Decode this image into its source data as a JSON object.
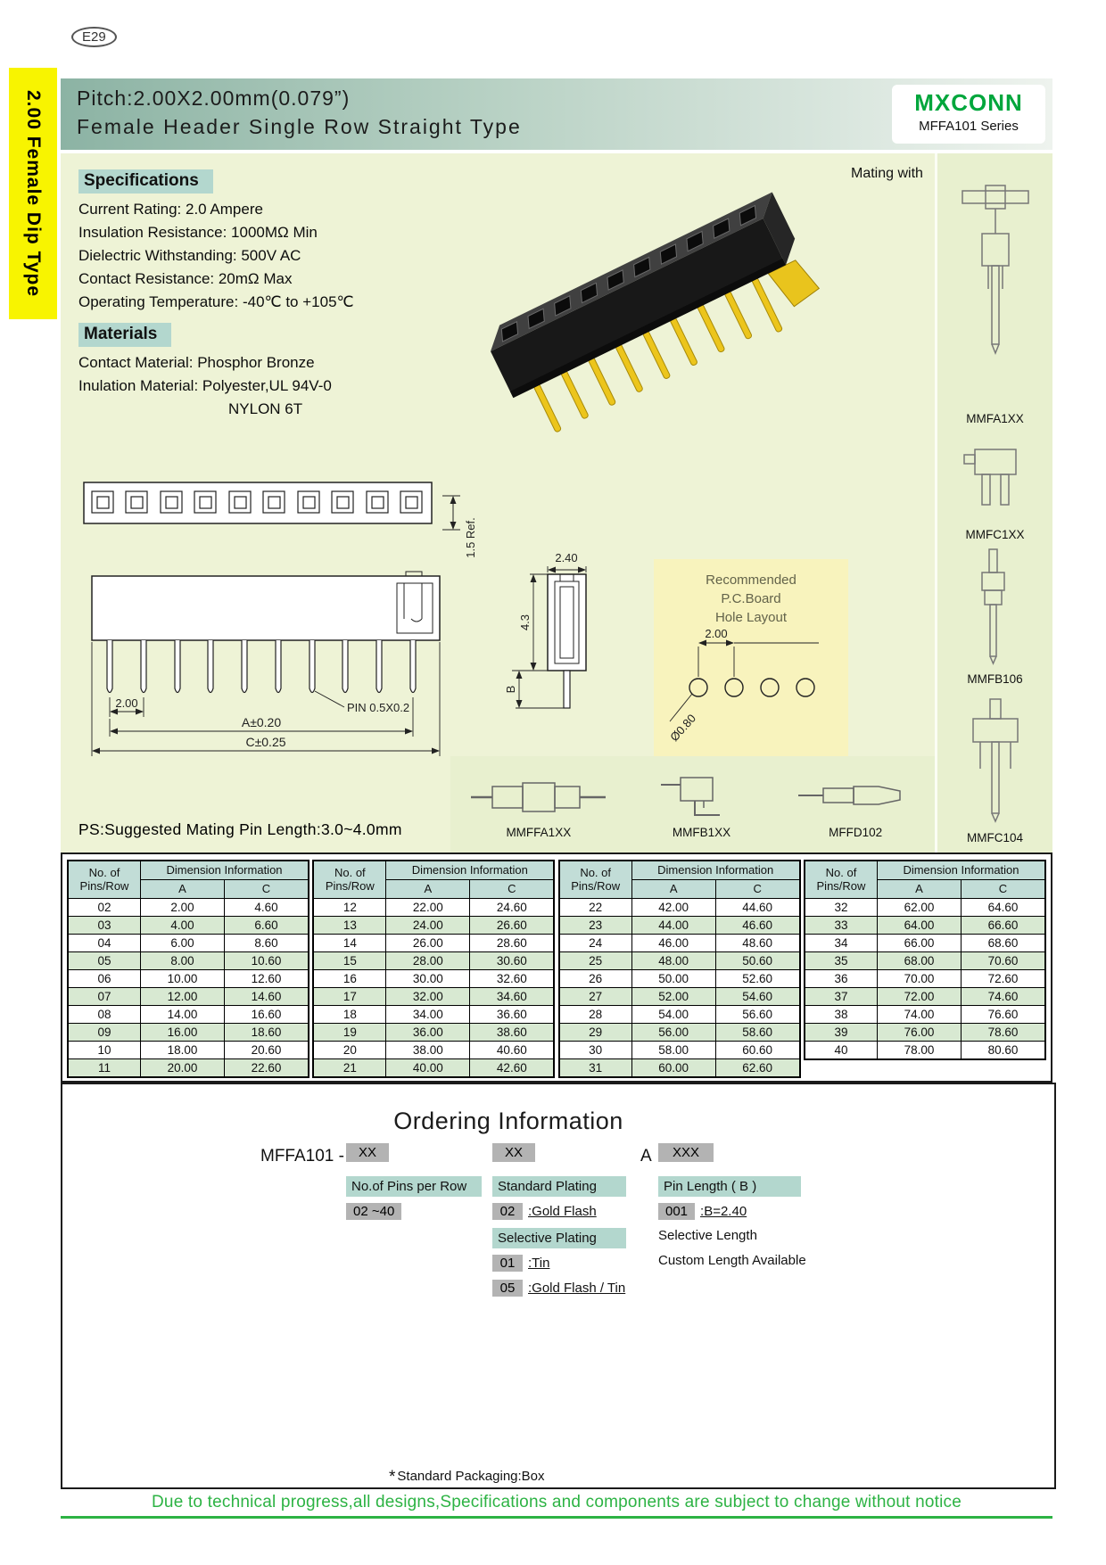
{
  "page": {
    "page_code": "E29",
    "side_tab": "2.00 Female Dip Type",
    "footer_note": "Due to technical progress,all designs,Specifications and components are subject to change without notice"
  },
  "header": {
    "title_line1": "Pitch:2.00X2.00mm(0.079”)",
    "title_line2": "Female Header Single Row Straight Type",
    "brand": "MXCONN",
    "series": "MFFA101 Series"
  },
  "specifications": {
    "heading": "Specifications",
    "items": [
      "Current Rating: 2.0 Ampere",
      "Insulation Resistance: 1000MΩ Min",
      "Dielectric Withstanding: 500V AC",
      "Contact  Resistance: 20mΩ Max",
      "Operating Temperature: -40℃ to +105℃"
    ]
  },
  "materials": {
    "heading": "Materials",
    "items": [
      "Contact Material: Phosphor Bronze",
      "Inulation Material: Polyester,UL 94V-0",
      "NYLON 6T"
    ]
  },
  "mating": {
    "heading": "Mating with",
    "side_labels": [
      "MMFA1XX",
      "MMFC1XX",
      "MMFB106",
      "MMFC104"
    ],
    "strip_labels": [
      "MMFFA1XX",
      "MMFB1XX",
      "MFFD102"
    ]
  },
  "drawing": {
    "dim_ref": "1.5  Ref.",
    "dim_width": "2.40",
    "dim_height": "4.3",
    "dim_b": "B",
    "dim_pitch": "2.00",
    "pin_label": "PIN  0.5X0.2",
    "dim_a": "A±0.20",
    "dim_c": "C±0.25",
    "pcb_title": [
      "Recommended",
      "P.C.Board",
      "Hole  Layout"
    ],
    "pcb_pitch": "2.00",
    "pcb_hole": "Ø0.80",
    "ps_note": "PS:Suggested Mating Pin Length:3.0~4.0mm"
  },
  "tables": {
    "col_pins_line1": "No. of",
    "col_pins_line2": "Pins/Row",
    "col_dim": "Dimension Information",
    "sub_a": "A",
    "sub_c": "C",
    "groups": [
      {
        "rows": [
          [
            "02",
            "2.00",
            "4.60"
          ],
          [
            "03",
            "4.00",
            "6.60"
          ],
          [
            "04",
            "6.00",
            "8.60"
          ],
          [
            "05",
            "8.00",
            "10.60"
          ],
          [
            "06",
            "10.00",
            "12.60"
          ],
          [
            "07",
            "12.00",
            "14.60"
          ],
          [
            "08",
            "14.00",
            "16.60"
          ],
          [
            "09",
            "16.00",
            "18.60"
          ],
          [
            "10",
            "18.00",
            "20.60"
          ],
          [
            "11",
            "20.00",
            "22.60"
          ]
        ]
      },
      {
        "rows": [
          [
            "12",
            "22.00",
            "24.60"
          ],
          [
            "13",
            "24.00",
            "26.60"
          ],
          [
            "14",
            "26.00",
            "28.60"
          ],
          [
            "15",
            "28.00",
            "30.60"
          ],
          [
            "16",
            "30.00",
            "32.60"
          ],
          [
            "17",
            "32.00",
            "34.60"
          ],
          [
            "18",
            "34.00",
            "36.60"
          ],
          [
            "19",
            "36.00",
            "38.60"
          ],
          [
            "20",
            "38.00",
            "40.60"
          ],
          [
            "21",
            "40.00",
            "42.60"
          ]
        ]
      },
      {
        "rows": [
          [
            "22",
            "42.00",
            "44.60"
          ],
          [
            "23",
            "44.00",
            "46.60"
          ],
          [
            "24",
            "46.00",
            "48.60"
          ],
          [
            "25",
            "48.00",
            "50.60"
          ],
          [
            "26",
            "50.00",
            "52.60"
          ],
          [
            "27",
            "52.00",
            "54.60"
          ],
          [
            "28",
            "54.00",
            "56.60"
          ],
          [
            "29",
            "56.00",
            "58.60"
          ],
          [
            "30",
            "58.00",
            "60.60"
          ],
          [
            "31",
            "60.00",
            "62.60"
          ]
        ]
      },
      {
        "rows": [
          [
            "32",
            "62.00",
            "64.60"
          ],
          [
            "33",
            "64.00",
            "66.60"
          ],
          [
            "34",
            "66.00",
            "68.60"
          ],
          [
            "35",
            "68.00",
            "70.60"
          ],
          [
            "36",
            "70.00",
            "72.60"
          ],
          [
            "37",
            "72.00",
            "74.60"
          ],
          [
            "38",
            "74.00",
            "76.60"
          ],
          [
            "39",
            "76.00",
            "78.60"
          ],
          [
            "40",
            "78.00",
            "80.60"
          ]
        ]
      }
    ]
  },
  "ordering": {
    "title": "Ordering Information",
    "part_prefix": "MFFA101 -",
    "placeholder1": "XX",
    "placeholder2": "XX",
    "fixed_a": "A",
    "placeholder3": "XXX",
    "pins_heading": "No.of Pins per Row",
    "pins_range": "02 ~40",
    "standard_plating_heading": "Standard Plating",
    "standard_plating_items": [
      {
        "code": "02",
        "label": ":Gold Flash",
        "underline": true
      }
    ],
    "selective_plating_heading": "Selective Plating",
    "selective_plating_items": [
      {
        "code": "01",
        "label": ":Tin",
        "underline": true
      },
      {
        "code": "05",
        "label": ":Gold Flash / Tin",
        "underline": true
      }
    ],
    "pin_length_heading": "Pin Length ( B )",
    "pin_length_items": [
      {
        "code": "001",
        "label": ":B=2.40",
        "underline": true
      }
    ],
    "pin_length_notes": [
      "Selective Length",
      "Custom Length Available"
    ],
    "packaging_star": "*",
    "packaging_note": "Standard Packaging:Box"
  },
  "colors": {
    "accent_green": "#00a63c",
    "tab_yellow": "#f8f400",
    "panel_green": "#eef3d6",
    "heading_teal": "#b3d7ce",
    "footer_green": "#2db344"
  }
}
